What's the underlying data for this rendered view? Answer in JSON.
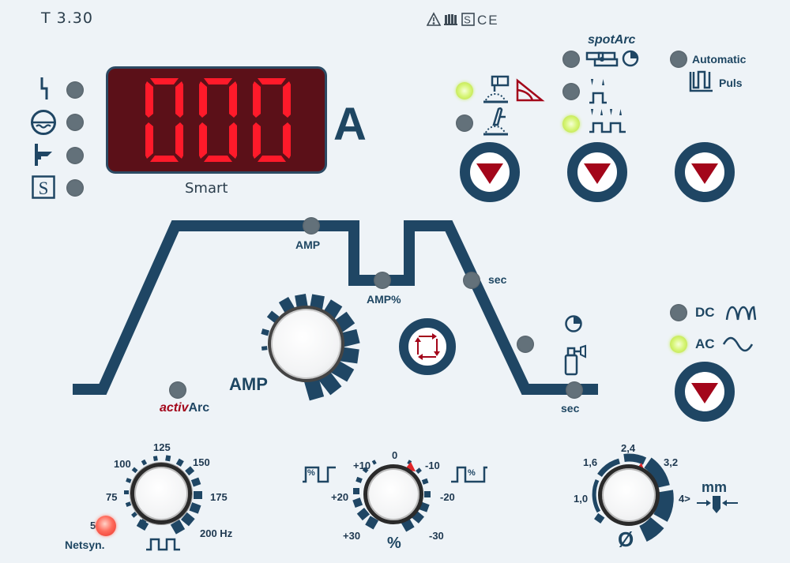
{
  "header": {
    "model": "T 3.30",
    "cert_icons": [
      "warning-icon",
      "manual-icon",
      "s-mark-icon",
      "ce-mark-icon"
    ],
    "cert_text": "⚠ 𝍖 Ⓢ CE"
  },
  "left_indicators": [
    {
      "icon": "lightning-icon",
      "led": "off"
    },
    {
      "icon": "cooling-icon",
      "led": "off"
    },
    {
      "icon": "torch-icon",
      "led": "off"
    },
    {
      "icon": "s-mark-icon",
      "led": "off"
    }
  ],
  "display": {
    "value": "000",
    "unit": "A",
    "caption": "Smart",
    "segment_color": "#ff1a2a",
    "background": "#5b1018"
  },
  "process_group": {
    "items": [
      {
        "icon": "tig-hf-ignition-icon",
        "extra_icon": "ramp-icon",
        "led": "on"
      },
      {
        "icon": "tig-lift-arc-icon",
        "led": "off"
      }
    ]
  },
  "operating_mode_group": {
    "spotarc_label": "spotArc",
    "items": [
      {
        "icon": "spotarc-timer-icon",
        "led": "off"
      },
      {
        "icon": "two-stroke-icon",
        "led": "off"
      },
      {
        "icon": "four-stroke-icon",
        "led": "on"
      }
    ]
  },
  "pulse_group": {
    "automatic_label": "Automatic",
    "puls_label": "Puls",
    "led": "off"
  },
  "trapezoid": {
    "top_amp_label": "AMP",
    "amp_percent_label": "AMP%",
    "downslope_label": "sec",
    "postflow_label": "sec",
    "main_knob_label": "AMP",
    "activarc_prefix": "activ",
    "activarc_suffix": "Arc"
  },
  "current_type": {
    "dc_label": "DC",
    "ac_label": "AC",
    "dc_led": "off",
    "ac_led": "on"
  },
  "freq_knob": {
    "ticks": [
      "50",
      "75",
      "100",
      "125",
      "150",
      "175",
      "200 Hz"
    ],
    "netsyn_label": "Netsyn.",
    "netsyn_led": "red"
  },
  "balance_knob": {
    "ticks": [
      "+30",
      "+20",
      "+10",
      "0",
      "-10",
      "-20",
      "-30"
    ],
    "unit_label": "%",
    "left_icon_text": "%",
    "right_icon_text": "%"
  },
  "diameter_knob": {
    "ticks": [
      "1,0",
      "1,6",
      "2,4",
      "3,2",
      "4>"
    ],
    "unit_label": "mm",
    "symbol": "Ø"
  },
  "colors": {
    "panel_bg": "#eef3f7",
    "primary_blue": "#1f4664",
    "accent_red": "#a3061a",
    "led_off": "#63717a",
    "led_green": "#c8ec5a"
  }
}
